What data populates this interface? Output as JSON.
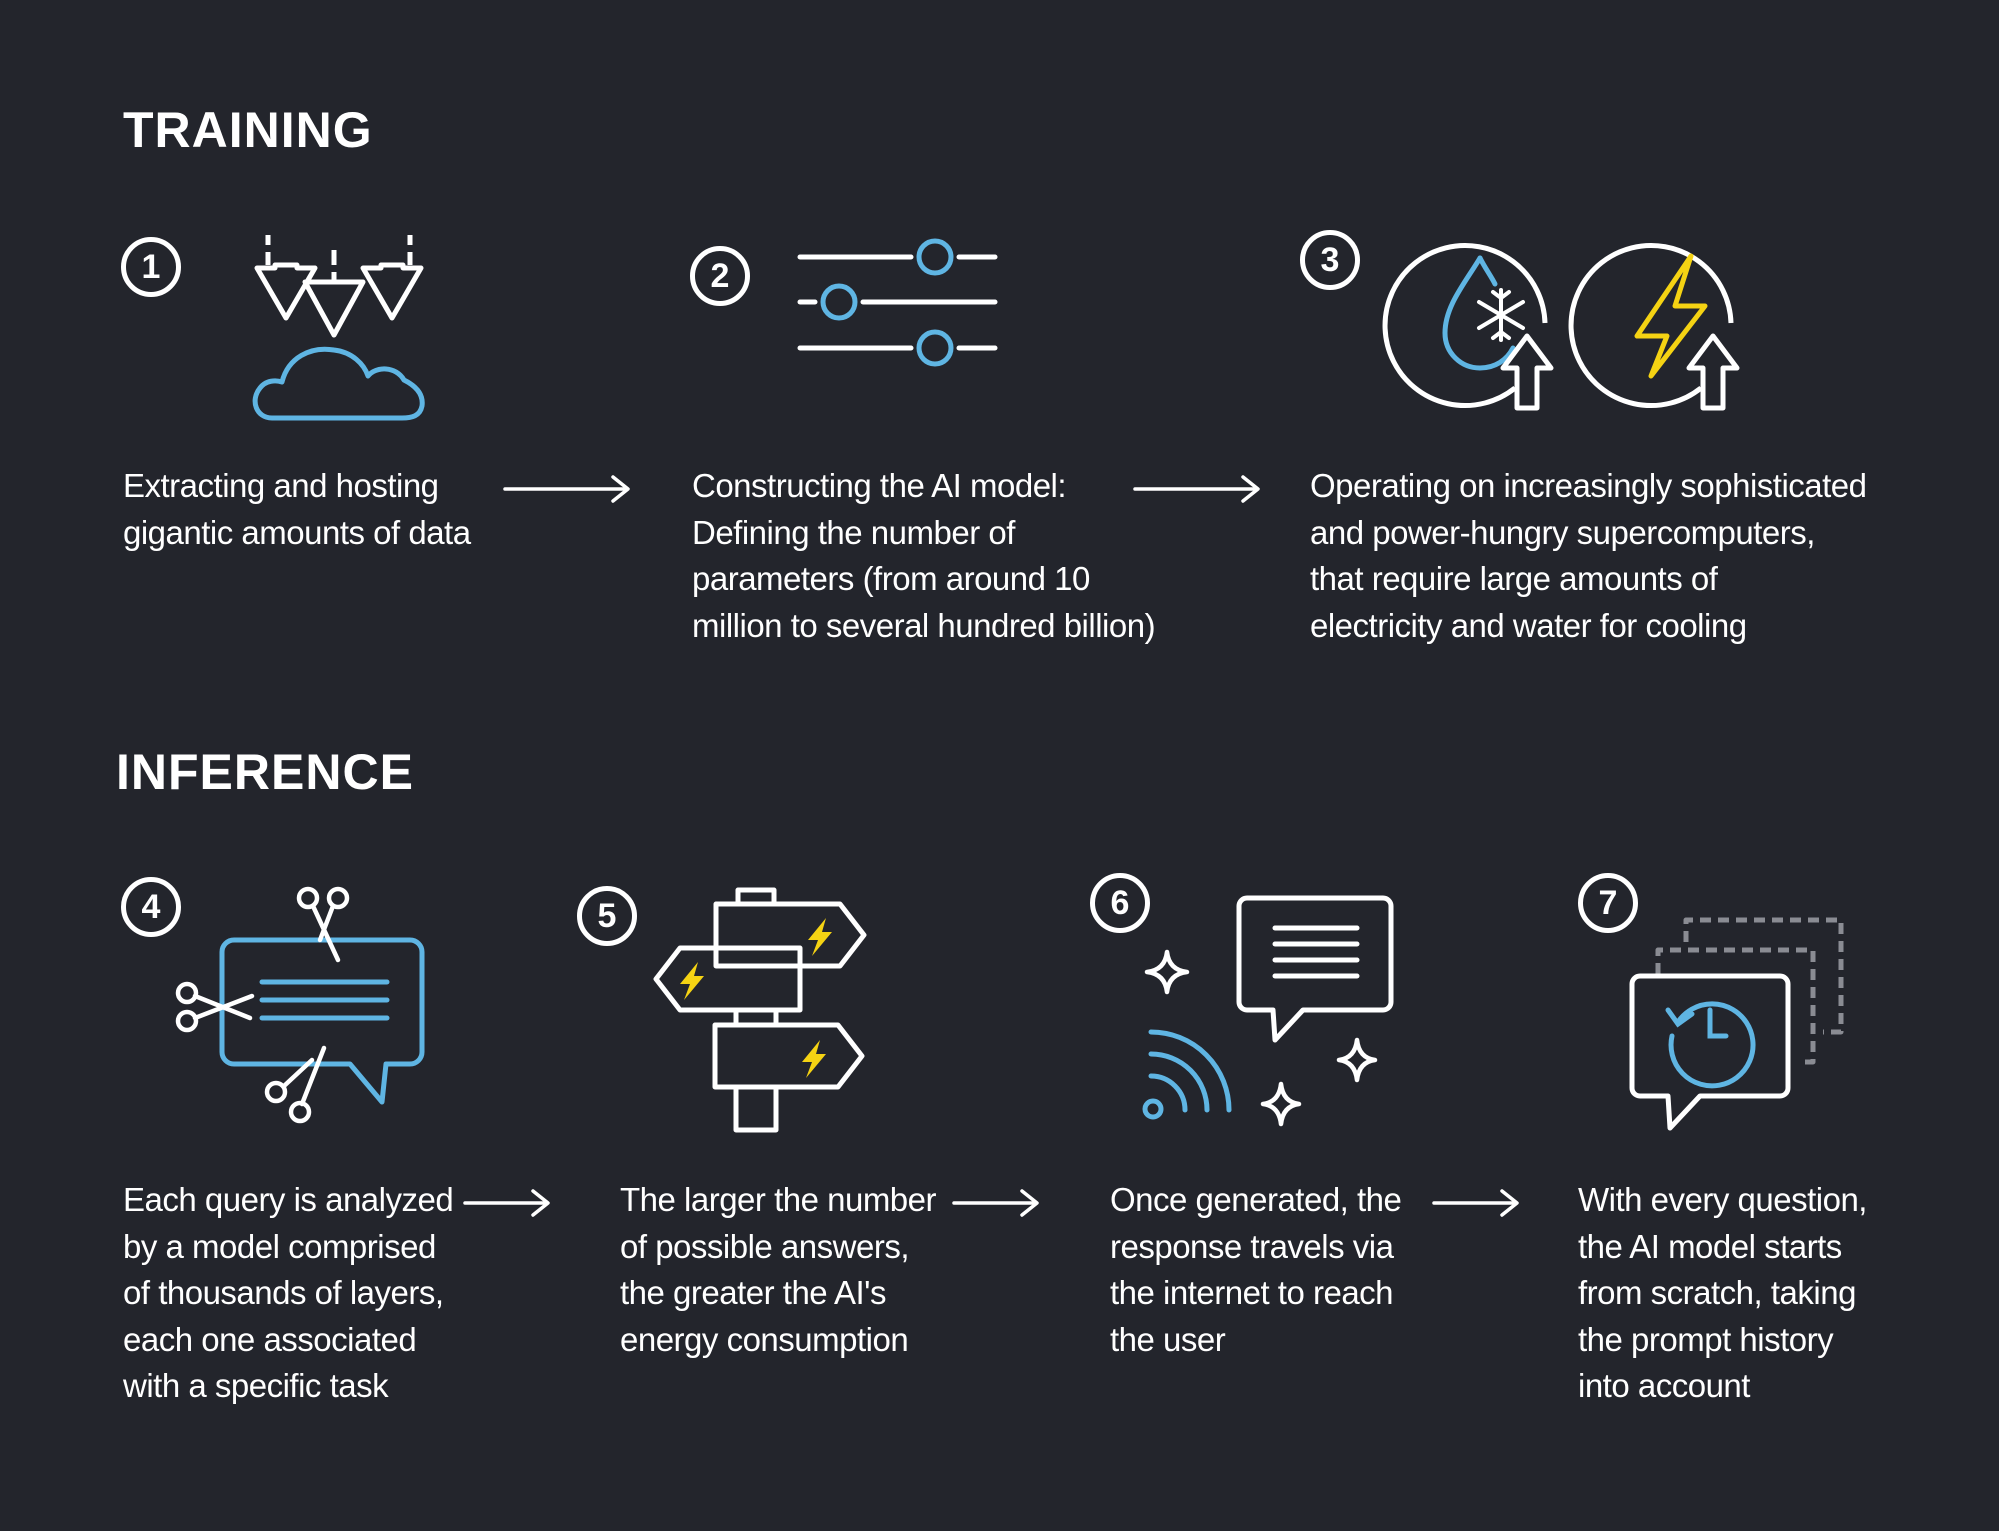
{
  "colors": {
    "background": "#23252c",
    "foreground": "#ffffff",
    "accent_blue": "#5fb5e3",
    "accent_yellow": "#f5d313",
    "dashed_gray": "#8a8c93"
  },
  "training": {
    "title": "TRAINING",
    "steps": [
      {
        "number": "1",
        "icon": "data-download-cloud-icon",
        "lines": [
          "Extracting and hosting",
          "gigantic amounts of data"
        ]
      },
      {
        "number": "2",
        "icon": "parameter-sliders-icon",
        "lines": [
          "Constructing the AI model:",
          "Defining the number of",
          "parameters (from around 10",
          "million to several hundred billion)"
        ]
      },
      {
        "number": "3",
        "icon": "water-and-electricity-icon",
        "lines": [
          "Operating on increasingly sophisticated",
          "and power-hungry supercomputers,",
          "that require large amounts of",
          "electricity and water for cooling"
        ]
      }
    ]
  },
  "inference": {
    "title": "INFERENCE",
    "steps": [
      {
        "number": "4",
        "icon": "chat-bubble-scissors-icon",
        "lines": [
          "Each query is analyzed",
          "by a model comprised",
          "of thousands of layers,",
          "each one associated",
          "with a specific task"
        ]
      },
      {
        "number": "5",
        "icon": "signpost-lightning-icon",
        "lines": [
          "The larger the number",
          "of possible answers,",
          "the greater the AI's",
          "energy consumption"
        ]
      },
      {
        "number": "6",
        "icon": "response-wifi-sparkle-icon",
        "lines": [
          "Once generated, the",
          "response travels via",
          "the internet to reach",
          "the user"
        ]
      },
      {
        "number": "7",
        "icon": "prompt-history-chat-icon",
        "lines": [
          "With every question,",
          "the AI model starts",
          "from scratch, taking",
          "the prompt history",
          "into account"
        ]
      }
    ]
  }
}
